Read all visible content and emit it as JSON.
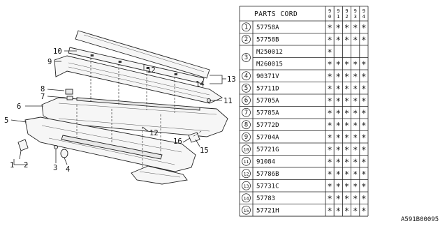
{
  "diagram": {
    "callouts": [
      {
        "text": "10",
        "name": "callout-10"
      },
      {
        "text": "9",
        "name": "callout-9"
      },
      {
        "text": "8",
        "name": "callout-8"
      },
      {
        "text": "7",
        "name": "callout-7"
      },
      {
        "text": "6",
        "name": "callout-6"
      },
      {
        "text": "5",
        "name": "callout-5"
      },
      {
        "text": "1",
        "name": "callout-1"
      },
      {
        "text": "2",
        "name": "callout-2"
      },
      {
        "text": "3",
        "name": "callout-3"
      },
      {
        "text": "4",
        "name": "callout-4"
      },
      {
        "text": "12",
        "name": "callout-12-upper"
      },
      {
        "text": "12",
        "name": "callout-12-lower"
      },
      {
        "text": "13",
        "name": "callout-13"
      },
      {
        "text": "14",
        "name": "callout-14"
      },
      {
        "text": "11",
        "name": "callout-11"
      },
      {
        "text": "16",
        "name": "callout-16"
      },
      {
        "text": "15",
        "name": "callout-15"
      }
    ]
  },
  "table": {
    "header": "PARTS CORD",
    "years": [
      "90",
      "91",
      "92",
      "93",
      "94"
    ],
    "rows": [
      {
        "num": "1",
        "codes": [
          "57758A"
        ],
        "marks": [
          [
            "*",
            "*",
            "*",
            "*",
            "*"
          ]
        ]
      },
      {
        "num": "2",
        "codes": [
          "57758B"
        ],
        "marks": [
          [
            "*",
            "*",
            "*",
            "*",
            "*"
          ]
        ]
      },
      {
        "num": "3",
        "codes": [
          "M250012",
          "M260015"
        ],
        "marks": [
          [
            "*",
            "",
            "",
            "",
            ""
          ],
          [
            "*",
            "*",
            "*",
            "*",
            "*"
          ]
        ]
      },
      {
        "num": "4",
        "codes": [
          "90371V"
        ],
        "marks": [
          [
            "*",
            "*",
            "*",
            "*",
            "*"
          ]
        ]
      },
      {
        "num": "5",
        "codes": [
          "57711D"
        ],
        "marks": [
          [
            "*",
            "*",
            "*",
            "*",
            "*"
          ]
        ]
      },
      {
        "num": "6",
        "codes": [
          "57705A"
        ],
        "marks": [
          [
            "*",
            "*",
            "*",
            "*",
            "*"
          ]
        ]
      },
      {
        "num": "7",
        "codes": [
          "57785A"
        ],
        "marks": [
          [
            "*",
            "*",
            "*",
            "*",
            "*"
          ]
        ]
      },
      {
        "num": "8",
        "codes": [
          "57772D"
        ],
        "marks": [
          [
            "*",
            "*",
            "*",
            "*",
            "*"
          ]
        ]
      },
      {
        "num": "9",
        "codes": [
          "57704A"
        ],
        "marks": [
          [
            "*",
            "*",
            "*",
            "*",
            "*"
          ]
        ]
      },
      {
        "num": "10",
        "codes": [
          "57721G"
        ],
        "marks": [
          [
            "*",
            "*",
            "*",
            "*",
            "*"
          ]
        ]
      },
      {
        "num": "11",
        "codes": [
          "91084"
        ],
        "marks": [
          [
            "*",
            "*",
            "*",
            "*",
            "*"
          ]
        ]
      },
      {
        "num": "12",
        "codes": [
          "57786B"
        ],
        "marks": [
          [
            "*",
            "*",
            "*",
            "*",
            "*"
          ]
        ]
      },
      {
        "num": "13",
        "codes": [
          "57731C"
        ],
        "marks": [
          [
            "*",
            "*",
            "*",
            "*",
            "*"
          ]
        ]
      },
      {
        "num": "14",
        "codes": [
          "57783"
        ],
        "marks": [
          [
            "*",
            "*",
            "*",
            "*",
            "*"
          ]
        ]
      },
      {
        "num": "15",
        "codes": [
          "57721H"
        ],
        "marks": [
          [
            "*",
            "*",
            "*",
            "*",
            "*"
          ]
        ]
      }
    ]
  },
  "footer": {
    "code": "A591B00095"
  }
}
